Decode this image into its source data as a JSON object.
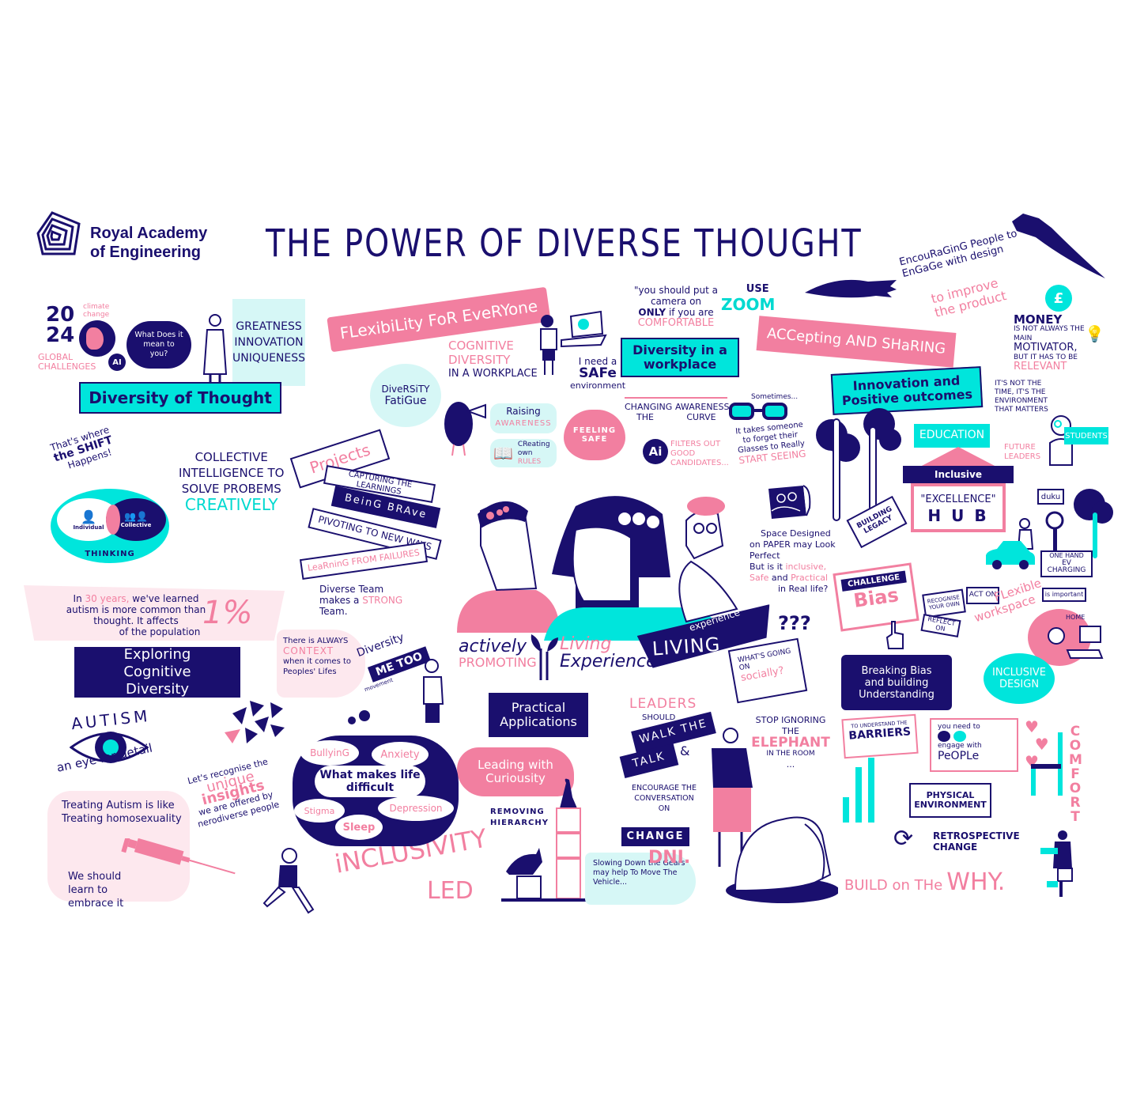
{
  "header": {
    "org_name_line1": "Royal Academy",
    "org_name_line2": "of Engineering",
    "title": "THE POWER OF DIVERSE THOUGHT"
  },
  "colors": {
    "navy": "#1a0f6e",
    "pink": "#f27fa0",
    "teal": "#00e5dc",
    "light_teal": "#d6f7f6",
    "light_pink": "#fde8ee"
  },
  "diversity_of_thought": {
    "year_top": "20",
    "year_bottom": "24",
    "climate_change": "climate change",
    "global_challenges": "GLOBAL CHALLENGES",
    "ai_badge": "AI",
    "question": "What Does it mean to you?",
    "values": [
      "GREATNESS",
      "INNOVATION",
      "UNIQUENESS"
    ],
    "banner": "Diversity of Thought"
  },
  "flexibility": {
    "banner": "FLexibiLity FoR EveRYone",
    "cognitive_line1": "COGNITIVE",
    "cognitive_line2": "DIVERSITY",
    "cognitive_line3": "IN A WORKPLACE",
    "fatigue_line1": "DiveRSiTY",
    "fatigue_line2": "FatiGue",
    "raising": "Raising",
    "awareness": "AWARENESS",
    "creating": "CReating own",
    "rules": "RULES"
  },
  "workplace": {
    "camera_quote_1": "\"you should put a camera on",
    "camera_quote_only": "ONLY",
    "camera_quote_2": "if you are",
    "camera_quote_comfortable": "COMFORTABLE",
    "use": "USE",
    "zoom": "ZOOM",
    "banner": "Diversity in a workplace",
    "safe_line1": "I need a",
    "safe_line2": "SAFe",
    "safe_line3": "environment",
    "feeling_safe": "FEELING SAFE",
    "changing": "CHANGING THE",
    "awareness_curve": "AWARENESS CURVE",
    "ai_badge": "Ai",
    "filters": "FILTERS OUT GOOD CANDIDATES...",
    "sometimes": "Sometimes...",
    "glasses": "It takes someone to forget their Glasses to Really",
    "start_seeing": "START SEEING"
  },
  "accepting": {
    "encouraging_line1": "EncouRaGinG People to",
    "encouraging_line2": "EnGaGe with design",
    "improve_line1": "to improve",
    "improve_line2": "the product",
    "pound_icon": "£",
    "banner": "ACCepting AND SHaRING",
    "money_1": "MONEY",
    "money_2": "IS NOT ALWAYS THE MAIN",
    "money_3": "MOTIVATOR,",
    "money_4": "BUT IT HAS TO BE",
    "money_relevant": "RELEVANT",
    "innovation_banner": "Innovation and Positive outcomes",
    "time_quote": "IT'S NOT THE TIME, IT'S THE ENVIRONMENT THAT MATTERS",
    "education": "EDUCATION",
    "future_leaders": "FUTURE LEADERS",
    "students": "STUDENTS",
    "hub_top": "Inclusive",
    "hub_mid": "\"EXCELLENCE\"",
    "hub_bottom": "H U B",
    "building_legacy": "BUILDING LEGACY",
    "duku": "duku",
    "ev_line1": "ONE HAND",
    "ev_line2": "EV CHARGING"
  },
  "space_designed": {
    "line1": "Space Designed",
    "line2": "on PAPER may Look Perfect",
    "line3": "But is it",
    "inclusive": "inclusive,",
    "safe": "Safe",
    "and": "and",
    "practical": "Practical",
    "line4": "in Real life?"
  },
  "bias": {
    "challenge": "CHALLENGE",
    "bias": "Bias",
    "recognise": "RECOGNISE YOUR OWN",
    "act_on": "ACT ON",
    "reflect_on": "REFLECT ON",
    "flexible": "FLexible",
    "workspace": "workspace",
    "is_important": "is important",
    "home": "HOME",
    "breaking_banner": "Breaking Bias and building Understanding",
    "inclusive_design": "INCLUSIVE DESIGN",
    "barriers_top": "TO UNDERSTAND THE",
    "barriers": "BARRIERS",
    "need_to": "you need to",
    "engage": "engage with",
    "people": "PeOPLe",
    "physical_env": "PHYSICAL ENVIRONMENT",
    "comfort": "COMFORT",
    "retrospective": "RETROSPECTIVE CHANGE",
    "build_on": "BUILD on THe",
    "why": "WHY."
  },
  "thinking": {
    "shift_line1": "That's where",
    "shift_line2": "the SHIFT",
    "shift_line3": "Happens!",
    "individual": "Individual",
    "collective": "Collective",
    "thinking": "THINKING",
    "collective_intel_1": "COLLECTIVE",
    "collective_intel_2": "INTELLIGENCE TO",
    "collective_intel_3": "SOLVE PROBEMS",
    "creatively": "CREATIVELY"
  },
  "projects": {
    "title": "Projects",
    "items": [
      "CAPTURING THE LEARNINGS",
      "BeinG BRAve",
      "PIVOTING TO NEW WAYS",
      "LeaRninG FROM FAILURES"
    ],
    "team_1": "Diverse Team",
    "team_2": "makes a",
    "team_strong": "STRONG",
    "team_3": "Team."
  },
  "cognitive": {
    "years_1": "In",
    "years_30": "30 years,",
    "years_2": "we've learned autism is more common than thought. It affects",
    "percent": "1%",
    "years_3": "of the population",
    "banner": "Exploring Cognitive Diversity",
    "context_1": "There is ALWAYS",
    "context_word": "CONTEXT",
    "context_2": "when it comes to Peoples' Lifes",
    "autism": "AUTISM",
    "eye_detail": "an eye for detail",
    "treating": "Treating Autism is like Treating homosexuality",
    "embrace": "We should learn to embrace it",
    "recognise_1": "Let's recognise the",
    "unique": "unique",
    "insights": "insights",
    "recognise_2": "we are offered by nerodiverse people",
    "metoo_1": "Diversity",
    "metoo_2": "ME TOO",
    "movement": "movement"
  },
  "difficult": {
    "center": "What makes life difficult",
    "items": [
      "BullyinG",
      "Anxiety",
      "Stigma",
      "Depression",
      "Sleep"
    ]
  },
  "center": {
    "actively": "actively",
    "promoting": "PROMOTING",
    "living_pink": "Living",
    "experience": "Experience",
    "experience_banner": "experience",
    "living_banner": "LIVING",
    "practical_banner": "Practical Applications",
    "curiosity": "Leading with Curiousity",
    "removing": "REMOVING HIERARCHY",
    "slowing": "Slowing Down the Gears may help To Move The Vehicle...",
    "inclusivity": "iNCLUSiVITY",
    "led": "LED"
  },
  "leaders": {
    "leaders": "LEADERS",
    "should": "SHOULD",
    "walk": "WALK THE",
    "amp": "&",
    "talk": "TALK",
    "encourage": "ENCOURAGE THE CONVERSATION ON",
    "change": "CHANGE",
    "dni": "DNI.",
    "social_1": "WHAT'S GOING ON",
    "social_2": "socially?",
    "question_marks": "???",
    "elephant_1": "STOP IGNORING THE",
    "elephant": "ELEPHANT",
    "elephant_2": "IN THE ROOM",
    "ellipsis": "..."
  }
}
